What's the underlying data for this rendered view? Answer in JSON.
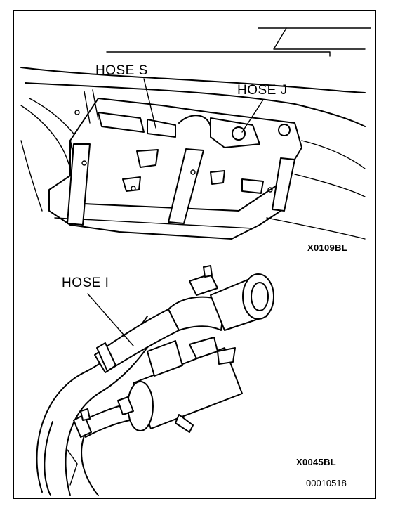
{
  "top_view": {
    "labels": {
      "hose_s": "HOSE S",
      "hose_j": "HOSE J"
    },
    "code": "X0109BL"
  },
  "bottom_view": {
    "labels": {
      "hose_i": "HOSE I"
    },
    "code": "X0045BL"
  },
  "figure_id": "00010518"
}
